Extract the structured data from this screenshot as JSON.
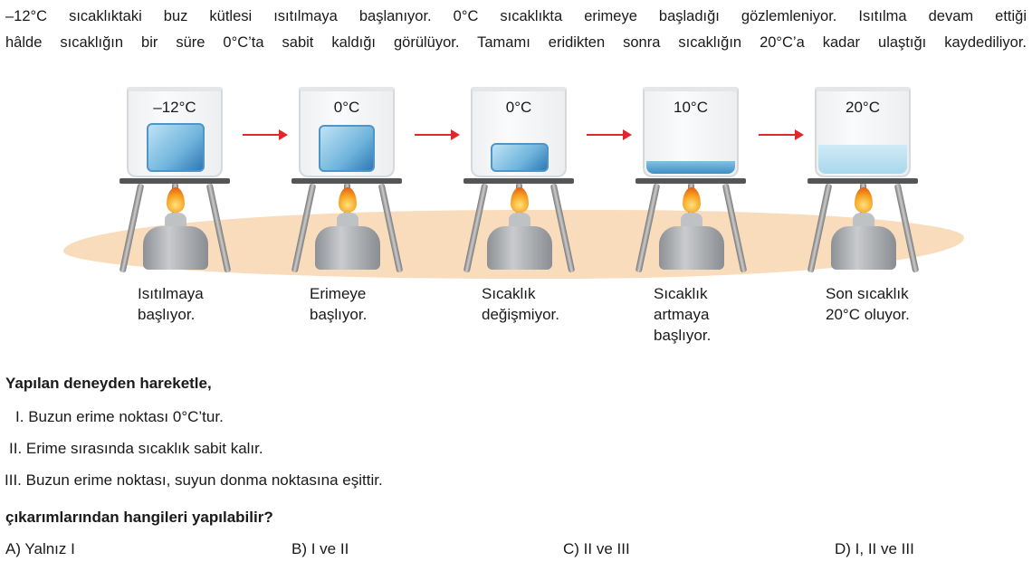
{
  "intro": {
    "line1": "–12°C sıcaklıktaki buz kütlesi ısıtılmaya başlanıyor. 0°C sıcaklıkta erimeye başladığı gözlemleniyor. Isıtılma devam ettiği",
    "line2": "hâlde sıcaklığın bir süre 0°C’ta sabit kaldığı görülüyor. Tamamı eridikten sonra sıcaklığın 20°C’a kadar ulaştığı kaydediliyor."
  },
  "stations": [
    {
      "temp": "–12°C",
      "caption1": "Isıtılmaya",
      "caption2": "başlıyor.",
      "caption3": ""
    },
    {
      "temp": "0°C",
      "caption1": "Erimeye",
      "caption2": "başlıyor.",
      "caption3": ""
    },
    {
      "temp": "0°C",
      "caption1": "Sıcaklık",
      "caption2": "değişmiyor.",
      "caption3": ""
    },
    {
      "temp": "10°C",
      "caption1": "Sıcaklık",
      "caption2": "artmaya",
      "caption3": "başlıyor."
    },
    {
      "temp": "20°C",
      "caption1": "Son sıcaklık",
      "caption2": "20°C oluyor.",
      "caption3": ""
    }
  ],
  "question": {
    "lead": "Yapılan deneyden hareketle,",
    "statements": [
      {
        "num": "I.",
        "text": "Buzun erime noktası 0°C’tur."
      },
      {
        "num": "II.",
        "text": "Erime sırasında sıcaklık sabit kalır."
      },
      {
        "num": "III.",
        "text": "Buzun erime noktası, suyun donma noktasına eşittir."
      }
    ],
    "prompt": "çıkarımlarından hangileri yapılabilir?",
    "options": [
      "A) Yalnız I",
      "B) I ve II",
      "C) II ve III",
      "D) I, II ve III"
    ]
  }
}
